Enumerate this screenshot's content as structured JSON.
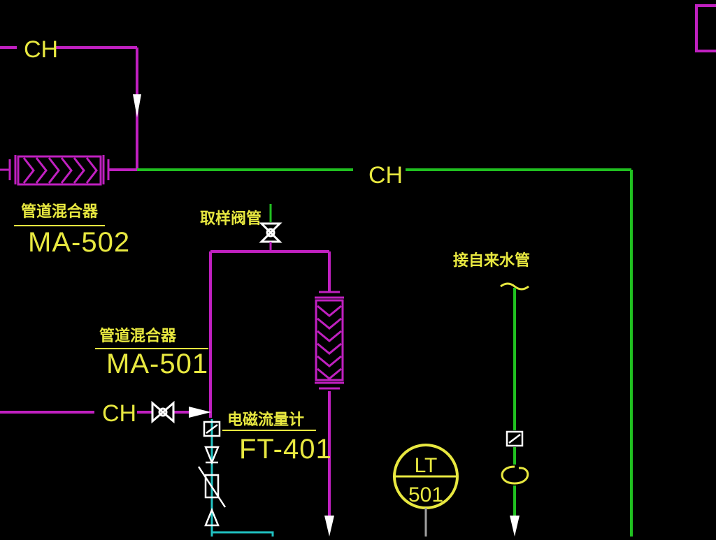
{
  "colors": {
    "background": "#000000",
    "magenta_line": "#c020c0",
    "green_line": "#20c020",
    "yellow_text": "#e8e840",
    "white_symbol": "#ffffff",
    "cyan_line": "#20c0c0",
    "gray_line": "#a0a0a0"
  },
  "labels": {
    "ch_top": "CH",
    "ch_mid": "CH",
    "ch_left": "CH",
    "mixer_top_cn": "管道混合器",
    "mixer_top_tag": "MA-502",
    "mixer_left_cn": "管道混合器",
    "mixer_left_tag": "MA-501",
    "vent_cn": "取样阀管",
    "water_cn": "接自来水管",
    "flowmeter_cn": "电磁流量计",
    "flowmeter_tag": "FT-401",
    "level_instrument_top": "LT",
    "level_instrument_bottom": "501"
  },
  "icons": {
    "static_mixer_horizontal": "static-mixer-icon",
    "static_mixer_vertical": "static-mixer-icon",
    "valve": "gate-valve-icon",
    "flow_arrow": "flow-arrow-icon",
    "check_valve": "check-valve-icon",
    "solenoid": "solenoid-valve-icon",
    "level_instrument": "instrument-bubble-icon"
  }
}
